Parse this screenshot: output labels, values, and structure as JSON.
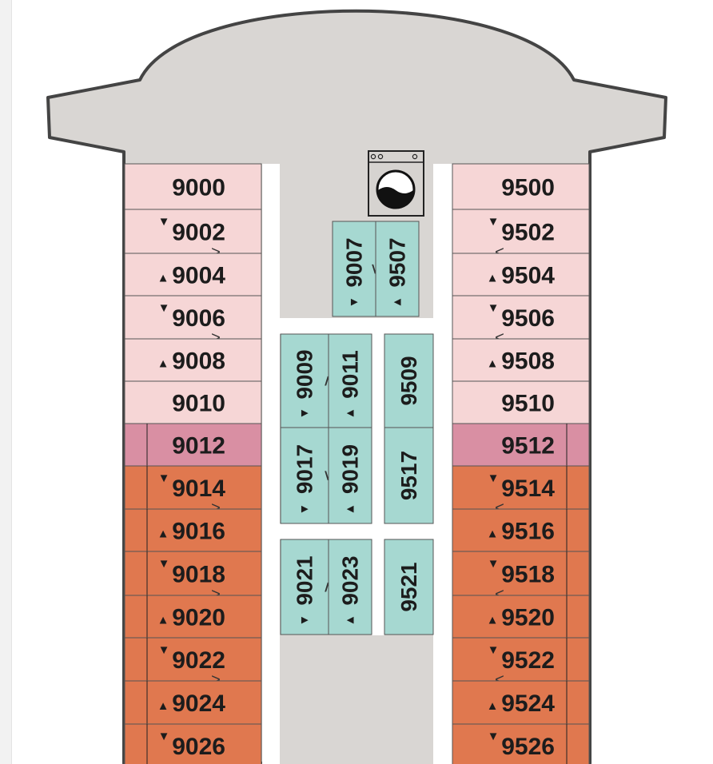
{
  "colors": {
    "hull": "#d9d6d3",
    "hull_stroke": "#444444",
    "corridor": "#d9d6d3",
    "aisle": "#ffffff",
    "light_pink": "#f6d6d6",
    "pink": "#d98fa3",
    "orange": "#e0784f",
    "teal": "#a6d8d1",
    "line": "#555555"
  },
  "laundry": {
    "icon": "washing-machine-icon"
  },
  "left_cabins": [
    {
      "number": "9000",
      "marker": "",
      "arrow": "",
      "category": "light_pink"
    },
    {
      "number": "9002",
      "marker": "▼",
      "arrow": ">",
      "category": "light_pink"
    },
    {
      "number": "9004",
      "marker": "▲",
      "arrow": "",
      "category": "light_pink"
    },
    {
      "number": "9006",
      "marker": "▼",
      "arrow": ">",
      "category": "light_pink"
    },
    {
      "number": "9008",
      "marker": "▲",
      "arrow": "",
      "category": "light_pink"
    },
    {
      "number": "9010",
      "marker": "",
      "arrow": "",
      "category": "light_pink"
    },
    {
      "number": "9012",
      "marker": "",
      "arrow": "",
      "category": "pink"
    },
    {
      "number": "9014",
      "marker": "▼",
      "arrow": ">",
      "category": "orange"
    },
    {
      "number": "9016",
      "marker": "▲",
      "arrow": "",
      "category": "orange"
    },
    {
      "number": "9018",
      "marker": "▼",
      "arrow": ">",
      "category": "orange"
    },
    {
      "number": "9020",
      "marker": "▲",
      "arrow": "",
      "category": "orange"
    },
    {
      "number": "9022",
      "marker": "▼",
      "arrow": ">",
      "category": "orange"
    },
    {
      "number": "9024",
      "marker": "▲",
      "arrow": "",
      "category": "orange"
    },
    {
      "number": "9026",
      "marker": "▼",
      "arrow": "",
      "category": "orange"
    }
  ],
  "right_cabins": [
    {
      "number": "9500",
      "marker": "",
      "arrow": "",
      "category": "light_pink"
    },
    {
      "number": "9502",
      "marker": "▼",
      "arrow": "<",
      "category": "light_pink"
    },
    {
      "number": "9504",
      "marker": "▲",
      "arrow": "",
      "category": "light_pink"
    },
    {
      "number": "9506",
      "marker": "▼",
      "arrow": "<",
      "category": "light_pink"
    },
    {
      "number": "9508",
      "marker": "▲",
      "arrow": "",
      "category": "light_pink"
    },
    {
      "number": "9510",
      "marker": "",
      "arrow": "",
      "category": "light_pink"
    },
    {
      "number": "9512",
      "marker": "",
      "arrow": "",
      "category": "pink"
    },
    {
      "number": "9514",
      "marker": "▼",
      "arrow": "<",
      "category": "orange"
    },
    {
      "number": "9516",
      "marker": "▲",
      "arrow": "",
      "category": "orange"
    },
    {
      "number": "9518",
      "marker": "▼",
      "arrow": "<",
      "category": "orange"
    },
    {
      "number": "9520",
      "marker": "▲",
      "arrow": "",
      "category": "orange"
    },
    {
      "number": "9522",
      "marker": "▼",
      "arrow": "<",
      "category": "orange"
    },
    {
      "number": "9524",
      "marker": "▲",
      "arrow": "",
      "category": "orange"
    },
    {
      "number": "9526",
      "marker": "▼",
      "arrow": "",
      "category": "orange"
    }
  ],
  "inner_cabins": [
    {
      "number": "9007",
      "marker": "▼",
      "arrow": "down"
    },
    {
      "number": "9507",
      "marker": "▲",
      "arrow": ""
    },
    {
      "number": "9009",
      "marker": "▼",
      "arrow": "up"
    },
    {
      "number": "9011",
      "marker": "▲",
      "arrow": ""
    },
    {
      "number": "9509",
      "marker": "",
      "arrow": ""
    },
    {
      "number": "9017",
      "marker": "▼",
      "arrow": "down"
    },
    {
      "number": "9019",
      "marker": "▲",
      "arrow": ""
    },
    {
      "number": "9517",
      "marker": "",
      "arrow": ""
    },
    {
      "number": "9021",
      "marker": "▼",
      "arrow": "up"
    },
    {
      "number": "9023",
      "marker": "▲",
      "arrow": ""
    },
    {
      "number": "9521",
      "marker": "",
      "arrow": ""
    }
  ]
}
